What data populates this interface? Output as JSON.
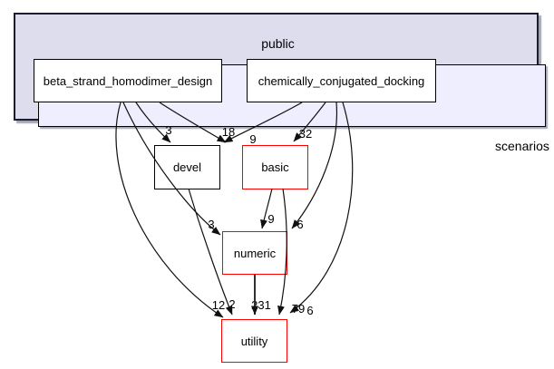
{
  "diagram": {
    "type": "directory-dependency-graph",
    "outer_cluster": {
      "label": "public"
    },
    "inner_cluster": {
      "label": "scenarios"
    },
    "nodes": [
      {
        "id": "beta_strand_homodimer_design",
        "label": "beta_strand_homodimer_design",
        "border": "black"
      },
      {
        "id": "chemically_conjugated_docking",
        "label": "chemically_conjugated_docking",
        "border": "black"
      },
      {
        "id": "devel",
        "label": "devel",
        "border": "black"
      },
      {
        "id": "basic",
        "label": "basic",
        "border": "red"
      },
      {
        "id": "numeric",
        "label": "numeric",
        "border": "red"
      },
      {
        "id": "utility",
        "label": "utility",
        "border": "red"
      }
    ],
    "edges": [
      {
        "from": "beta_strand_homodimer_design",
        "to": "devel",
        "label": "3"
      },
      {
        "from": "beta_strand_homodimer_design",
        "to": "basic",
        "label": "18"
      },
      {
        "from": "beta_strand_homodimer_design",
        "to": "numeric",
        "label": "3"
      },
      {
        "from": "beta_strand_homodimer_design",
        "to": "utility",
        "label": "12"
      },
      {
        "from": "chemically_conjugated_docking",
        "to": "devel",
        "label": "9"
      },
      {
        "from": "chemically_conjugated_docking",
        "to": "basic",
        "label": "32"
      },
      {
        "from": "chemically_conjugated_docking",
        "to": "numeric",
        "label": "6"
      },
      {
        "from": "chemically_conjugated_docking",
        "to": "utility",
        "label": "6"
      },
      {
        "from": "devel",
        "to": "utility",
        "label": "2"
      },
      {
        "from": "basic",
        "to": "numeric",
        "label": "9"
      },
      {
        "from": "basic",
        "to": "utility",
        "label": "79"
      },
      {
        "from": "numeric",
        "to": "utility",
        "label": "231"
      }
    ],
    "colors": {
      "outer_cluster_bg": "#ddddee",
      "inner_cluster_bg": "#eeeeff",
      "node_bg": "#ffffff",
      "node_border": "#000000",
      "highlight_border": "#ff0000",
      "edge": "#000000"
    }
  }
}
